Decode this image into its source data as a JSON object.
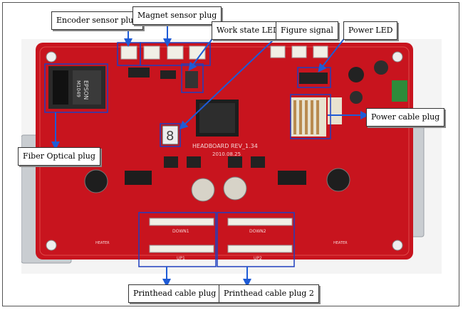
{
  "labels": {
    "encoder_sensor_plug": "Encoder sensor plug",
    "magnet_sensor_plug": "Magnet sensor plug",
    "work_state_led": "Work state LED",
    "figure_signal": "Figure signal",
    "power_led": "Power LED",
    "power_cable_plug": "Power cable plug",
    "fiber_optical_plug": "Fiber Optical plug",
    "printhead_cable_plug_1": "Printhead cable plug 1",
    "printhead_cable_plug_2": "Printhead cable plug 2"
  },
  "board_print": {
    "model": "HEADBOARD REV_1.34",
    "date": "2010.08.25",
    "module_brand": "EPSON",
    "module_code": "M1049",
    "down1": "DOWN1",
    "down2": "DOWN2",
    "up1": "UP1",
    "up2": "UP2",
    "bottom_left": "HEATER",
    "bottom_right": "HEATER"
  },
  "colors": {
    "board_red": "#c8141e",
    "highlight_blue": "#1f3fbf",
    "arrow_blue": "#1e5bd6",
    "heatsink": "#c9cdd1"
  }
}
